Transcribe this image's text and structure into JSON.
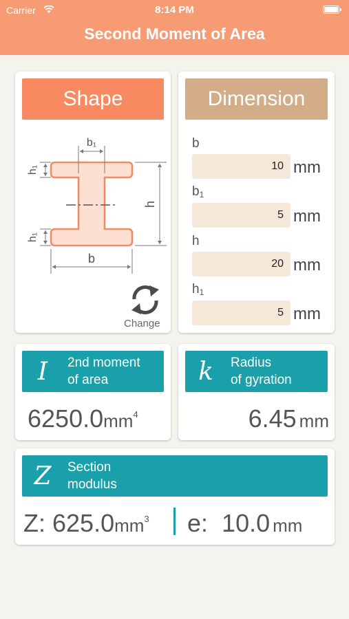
{
  "status_bar": {
    "carrier": "Carrier",
    "time": "8:14 PM"
  },
  "header": {
    "title": "Second Moment of Area"
  },
  "shape_card": {
    "title": "Shape",
    "diagram_labels": {
      "b1": "b₁",
      "h1_top": "h₁",
      "h1_bottom": "h₁",
      "h": "h",
      "b": "b"
    },
    "change_label": "Change"
  },
  "dimension_card": {
    "title": "Dimension",
    "fields": [
      {
        "label_base": "b",
        "label_sub": "",
        "value": "10",
        "unit": "mm"
      },
      {
        "label_base": "b",
        "label_sub": "1",
        "value": "5",
        "unit": "mm"
      },
      {
        "label_base": "h",
        "label_sub": "",
        "value": "20",
        "unit": "mm"
      },
      {
        "label_base": "h",
        "label_sub": "1",
        "value": "5",
        "unit": "mm"
      }
    ]
  },
  "moment_card": {
    "symbol": "I",
    "line1": "2nd moment",
    "line2": "of area",
    "value": "6250.0",
    "unit": "mm",
    "unit_exp": "4"
  },
  "gyration_card": {
    "symbol": "k",
    "line1": "Radius",
    "line2": "of gyration",
    "value": "6.45",
    "unit": "mm"
  },
  "section_card": {
    "symbol": "Z",
    "line1": "Section",
    "line2": "modulus",
    "z_label": "Z:",
    "z_value": "625.0",
    "z_unit": "mm",
    "z_unit_exp": "3",
    "e_label": "e:",
    "e_value": "10.0",
    "e_unit": "mm"
  },
  "colors": {
    "header": "#f69b74",
    "shape": "#f88a62",
    "dimension": "#d3ad88",
    "result": "#19a0ab",
    "shape_fill": "#fde0d1",
    "shape_stroke": "#f58a62"
  }
}
